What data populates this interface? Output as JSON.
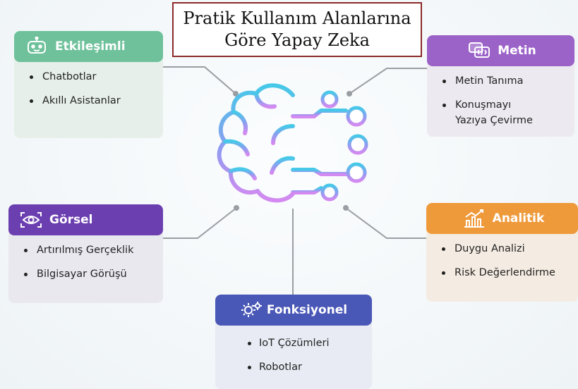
{
  "title": {
    "line1": "Pratik Kullanım Alanlarına",
    "line2": "Göre Yapay Zeka"
  },
  "cards": {
    "etkilesimli": {
      "title": "Etkileşimli",
      "icon": "chatbot-icon",
      "color": "#6ec19a",
      "items": [
        "Chatbotlar",
        "Akıllı Asistanlar"
      ]
    },
    "metin": {
      "title": "Metin",
      "icon": "code-chat-icon",
      "color": "#9b62c8",
      "items": [
        "Metin Tanıma",
        "Konuşmayı",
        "Yazıya Çevirme"
      ]
    },
    "gorsel": {
      "title": "Görsel",
      "icon": "eye-scan-icon",
      "color": "#6b3fb0",
      "items": [
        "Artırılmış Gerçeklik",
        "Bilgisayar Görüşü"
      ]
    },
    "analitik": {
      "title": "Analitik",
      "icon": "bar-chart-icon",
      "color": "#ef9a3a",
      "items": [
        "Duygu Analizi",
        "Risk Değerlendirme"
      ]
    },
    "fonksiyonel": {
      "title": "Fonksiyonel",
      "icon": "gears-icon",
      "color": "#4957b6",
      "items": [
        "IoT Çözümleri",
        "Robotlar"
      ]
    }
  },
  "center": {
    "icon": "brain-circuit-icon"
  }
}
